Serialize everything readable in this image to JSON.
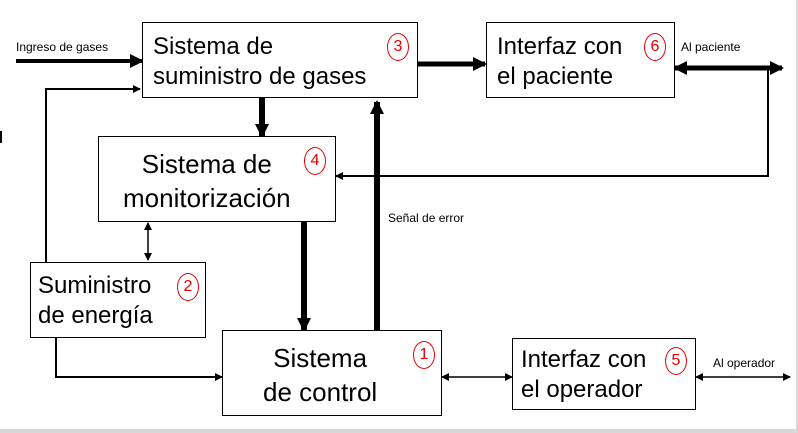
{
  "blocks": {
    "gas_supply": {
      "title": "Sistema de\nsuministro de gases",
      "number": "3"
    },
    "patient_interface": {
      "title": "Interfaz con\nel paciente",
      "number": "6"
    },
    "monitoring": {
      "title": "Sistema de\nmonitorización",
      "number": "4"
    },
    "power_supply": {
      "title": "Suministro\nde energía",
      "number": "2"
    },
    "control": {
      "title": "Sistema\nde control",
      "number": "1"
    },
    "operator_interface": {
      "title": "Interfaz con\nel operador",
      "number": "5"
    }
  },
  "labels": {
    "gas_input": "Ingreso de gases",
    "to_patient": "Al paciente",
    "error_signal": "Señal de error",
    "to_operator": "Al operador"
  },
  "colors": {
    "badge": "#e60000",
    "lines": "#000000"
  }
}
